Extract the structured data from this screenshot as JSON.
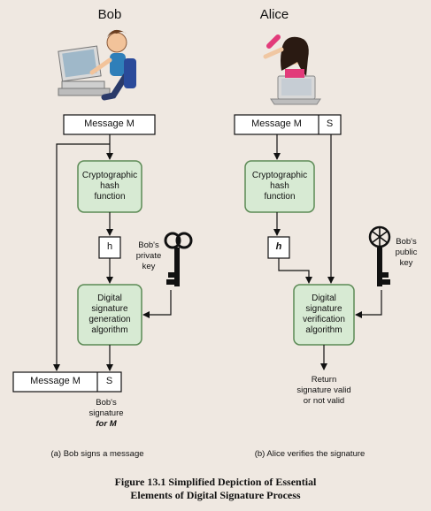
{
  "actors": {
    "bob": "Bob",
    "alice": "Alice"
  },
  "bob_side": {
    "message_top": "Message M",
    "hash_box": [
      "Cryptographic",
      "hash",
      "function"
    ],
    "h_label": "h",
    "private_key_label": [
      "Bob's",
      "private",
      "key"
    ],
    "sig_gen_box": [
      "Digital",
      "signature",
      "generation",
      "algorithm"
    ],
    "message_bottom": "Message M",
    "s_label": "S",
    "signature_note": [
      "Bob's",
      "signature",
      "for M"
    ],
    "caption": "(a) Bob signs a message"
  },
  "alice_side": {
    "message_top": "Message M",
    "s_label": "S",
    "hash_box": [
      "Cryptographic",
      "hash",
      "function"
    ],
    "h_label": "h",
    "public_key_label": [
      "Bob's",
      "public",
      "key"
    ],
    "sig_ver_box": [
      "Digital",
      "signature",
      "verification",
      "algorithm"
    ],
    "result": [
      "Return",
      "signature valid",
      "or not valid"
    ],
    "caption": "(b) Alice verifies the signature"
  },
  "figure_title": [
    "Figure 13.1   Simplified Depiction of Essential",
    "Elements of Digital Signature Process"
  ],
  "colors": {
    "box_fill": "#d7ead3",
    "box_stroke": "#5c8a55",
    "background": "#efe8e1"
  }
}
